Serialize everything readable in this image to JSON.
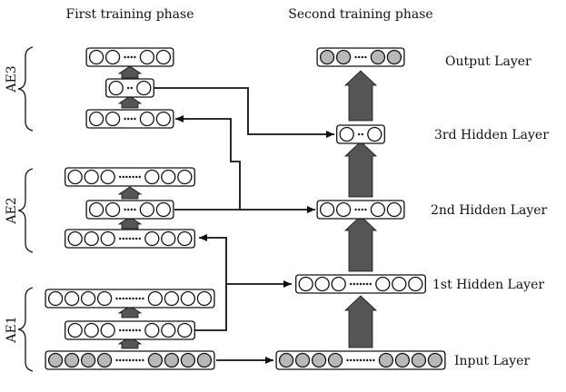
{
  "titles": {
    "first_phase": "First training phase",
    "second_phase": "Second training phase"
  },
  "groups": [
    "AE3",
    "AE2",
    "AE1"
  ],
  "layer_labels": {
    "output": "Output Layer",
    "hidden3": "3rd Hidden Layer",
    "hidden2": "2nd Hidden Layer",
    "hidden1": "1st Hidden Layer",
    "input": "Input Layer"
  },
  "colors": {
    "line": "#111111",
    "arrow_fill": "#555555",
    "node_white": "#ffffff",
    "node_gray": "#b8b8b8"
  },
  "first_phase_layers": [
    {
      "group": "AE3",
      "role": "reconstruction",
      "left_nodes": 2,
      "right_nodes": 2,
      "dots": 4,
      "fill": "white"
    },
    {
      "group": "AE3",
      "role": "hidden",
      "left_nodes": 1,
      "right_nodes": 1,
      "dots": 2,
      "fill": "white"
    },
    {
      "group": "AE3",
      "role": "input",
      "left_nodes": 2,
      "right_nodes": 2,
      "dots": 4,
      "fill": "white"
    },
    {
      "group": "AE2",
      "role": "reconstruction",
      "left_nodes": 3,
      "right_nodes": 3,
      "dots": 7,
      "fill": "white"
    },
    {
      "group": "AE2",
      "role": "hidden",
      "left_nodes": 2,
      "right_nodes": 2,
      "dots": 4,
      "fill": "white"
    },
    {
      "group": "AE2",
      "role": "input",
      "left_nodes": 3,
      "right_nodes": 3,
      "dots": 7,
      "fill": "white"
    },
    {
      "group": "AE1",
      "role": "reconstruction",
      "left_nodes": 4,
      "right_nodes": 4,
      "dots": 9,
      "fill": "white"
    },
    {
      "group": "AE1",
      "role": "hidden",
      "left_nodes": 3,
      "right_nodes": 3,
      "dots": 7,
      "fill": "white"
    },
    {
      "group": "AE1",
      "role": "input",
      "left_nodes": 4,
      "right_nodes": 4,
      "dots": 9,
      "fill": "gray"
    }
  ],
  "second_phase_layers": [
    {
      "id": "output",
      "left_nodes": 2,
      "right_nodes": 2,
      "dots": 4,
      "fill": "gray"
    },
    {
      "id": "hidden3",
      "left_nodes": 1,
      "right_nodes": 1,
      "dots": 2,
      "fill": "white"
    },
    {
      "id": "hidden2",
      "left_nodes": 2,
      "right_nodes": 2,
      "dots": 4,
      "fill": "white"
    },
    {
      "id": "hidden1",
      "left_nodes": 3,
      "right_nodes": 3,
      "dots": 7,
      "fill": "white"
    },
    {
      "id": "input",
      "left_nodes": 4,
      "right_nodes": 4,
      "dots": 9,
      "fill": "gray"
    }
  ]
}
